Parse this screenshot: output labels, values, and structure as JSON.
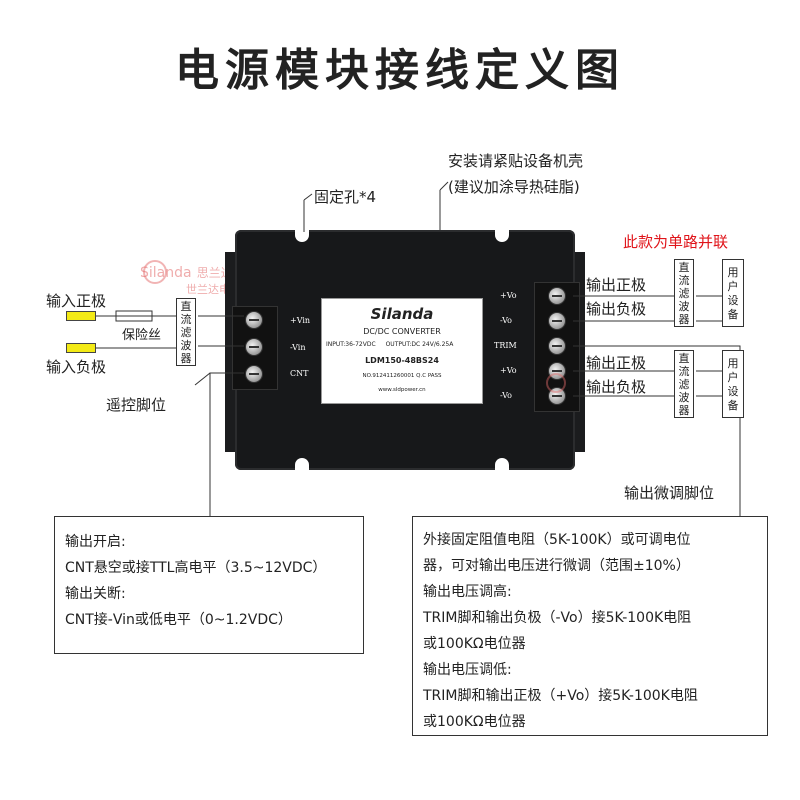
{
  "title": "电源模块接线定义图",
  "notes": {
    "mount_line1": "安装请紧贴设备机壳",
    "mount_line2": "(建议加涂导热硅脂)",
    "fix_holes": "固定孔*4",
    "single_parallel": "此款为单路并联",
    "input_pos": "输入正极",
    "input_neg": "输入负极",
    "fuse": "保险丝",
    "remote": "遥控脚位",
    "out_pos_1": "输出正极",
    "out_neg_1": "输出负极",
    "out_pos_2": "输出正极",
    "out_neg_2": "输出负极",
    "trim_pin": "输出微调脚位"
  },
  "filter_label": "直流滤波器",
  "device_label": "用户设备",
  "watermark": {
    "brand": "Silanda",
    "cn_line1": "思兰达科技",
    "cn_line2": "世兰达电子 实物拍摄"
  },
  "module_label": {
    "brand": "Silanda",
    "subtitle": "DC/DC CONVERTER",
    "input": "INPUT:36-72VDC",
    "output": "OUTPUT:DC 24V/6.25A",
    "model": "LDM150-48BS24",
    "serial": "NO.912411260001  Q.C PASS",
    "url": "www.sldpower.cn"
  },
  "pins_left": [
    "+Vin",
    "-Vin",
    "CNT"
  ],
  "pins_right": [
    "+Vo",
    "-Vo",
    "TRIM",
    "+Vo",
    "-Vo"
  ],
  "left_box": {
    "lines": [
      "输出开启:",
      "CNT悬空或接TTL高电平（3.5~12VDC）",
      "输出关断:",
      "CNT接-Vin或低电平（0~1.2VDC）"
    ]
  },
  "right_box": {
    "lines": [
      "外接固定阻值电阻（5K-100K）或可调电位",
      "器，可对输出电压进行微调（范围±10%）",
      "输出电压调高:",
      "TRIM脚和输出负极（-Vo）接5K-100K电阻",
      "或100KΩ电位器",
      "输出电压调低:",
      "TRIM脚和输出正极（+Vo）接5K-100K电阻",
      "或100KΩ电位器"
    ]
  },
  "colors": {
    "accent_red": "#e0141a",
    "module_body": "#17181a",
    "wire_yellow": "#f3ea16"
  }
}
